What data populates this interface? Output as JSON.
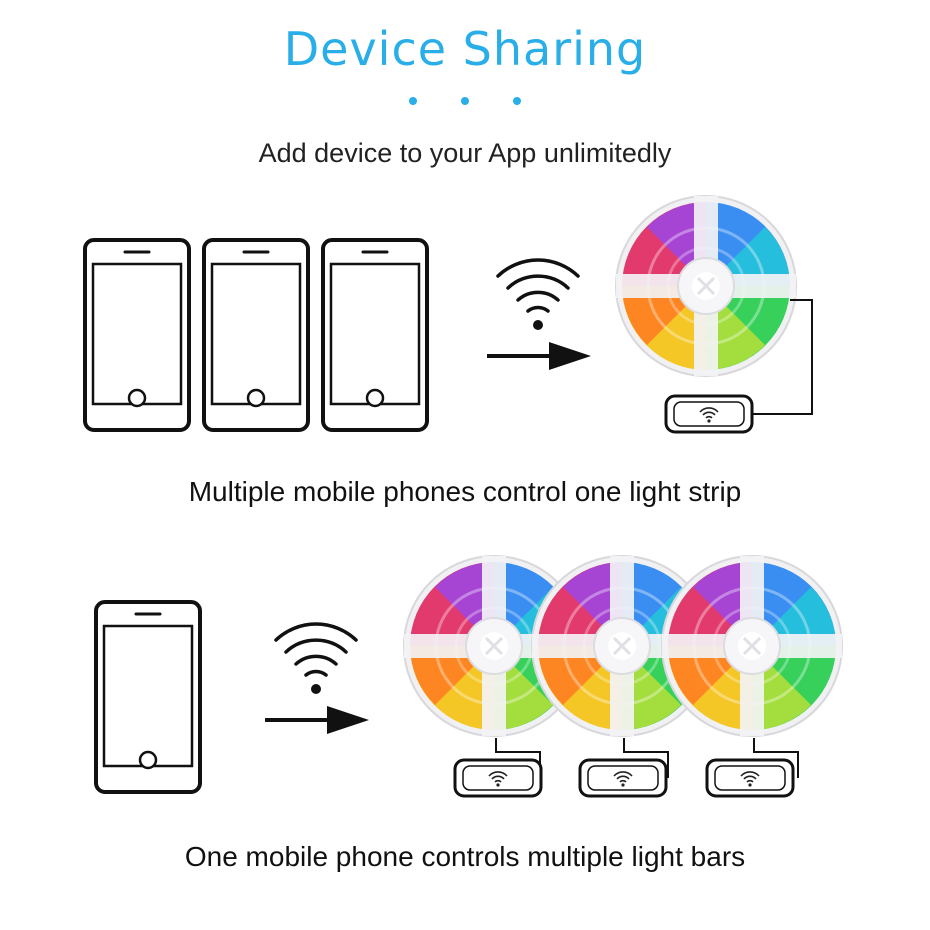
{
  "header": {
    "title": "Device Sharing",
    "subtitle": "Add device to your App unlimitedly"
  },
  "scenarios": [
    {
      "caption": "Multiple mobile phones control one light strip",
      "phone_count": 3,
      "strip_count": 1
    },
    {
      "caption": "One mobile phone controls multiple light bars",
      "phone_count": 1,
      "strip_count": 3
    }
  ],
  "colors": {
    "accent": "#29aee8",
    "outline": "#111111"
  },
  "icons": [
    "phone-icon",
    "wifi-icon",
    "arrow-right-icon",
    "led-strip-reel-icon",
    "controller-icon"
  ]
}
